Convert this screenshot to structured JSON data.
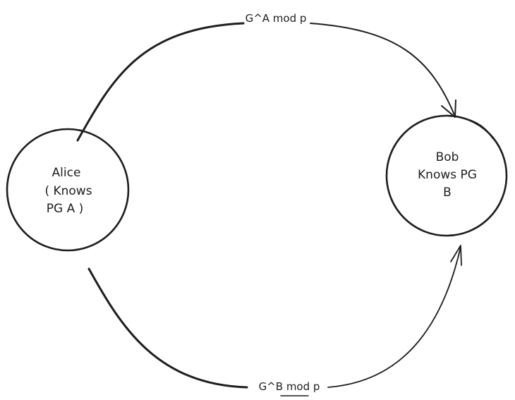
{
  "colors": {
    "ink": "#1e1e1e",
    "background": "#ffffff"
  },
  "nodes": {
    "alice": {
      "lines": [
        "Alice",
        "( Knows",
        "PG A )"
      ]
    },
    "bob": {
      "lines": [
        "Bob",
        "Knows PG",
        "B"
      ]
    }
  },
  "edges": {
    "top": {
      "label": "G^A mod p"
    },
    "bottom": {
      "label": "G^B mod p"
    }
  }
}
